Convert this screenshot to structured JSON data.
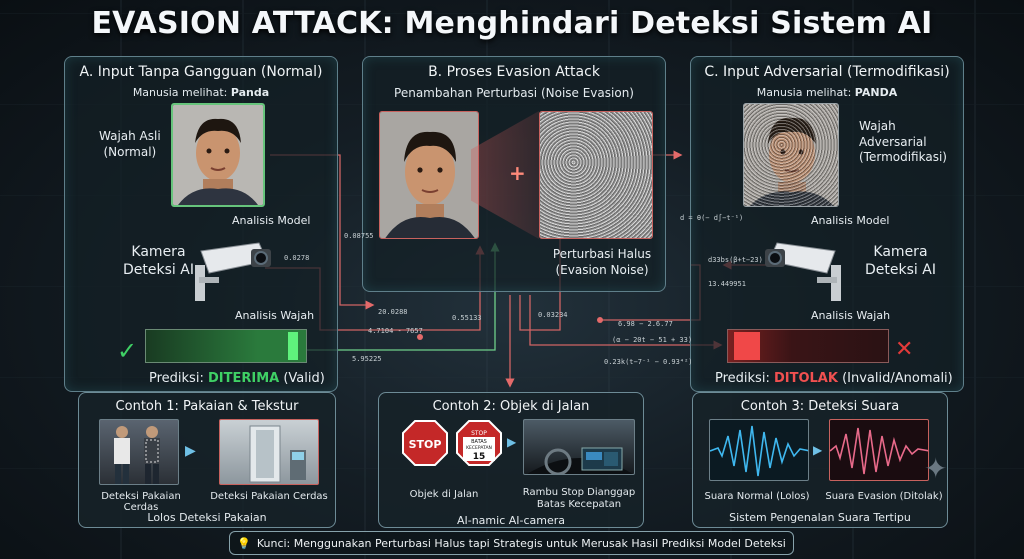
{
  "title": "EVASION ATTACK: Menghindari Deteksi Sistem AI",
  "panelA": {
    "title": "A. Input Tanpa Gangguan (Normal)",
    "human_sees_prefix": "Manusia melihat: ",
    "human_sees_value": "Panda",
    "face_label_1": "Wajah Asli",
    "face_label_2": "(Normal)",
    "analysis_model": "Analisis Model",
    "camera_1": "Kamera",
    "camera_2": "Deteksi AI",
    "analysis_face": "Analisis Wajah",
    "prediction_prefix": "Prediksi: ",
    "prediction_value": "DITERIMA",
    "prediction_suffix": " (Valid)"
  },
  "panelB": {
    "title": "B. Proses Evasion Attack",
    "subtitle": "Penambahan Perturbasi (Noise Evasion)",
    "noise_1": "Perturbasi Halus",
    "noise_2": "(Evasion Noise)"
  },
  "panelC": {
    "title": "C. Input Adversarial (Termodifikasi)",
    "human_sees_prefix": "Manusia melihat: ",
    "human_sees_value": "PANDA",
    "face_label_1": "Wajah",
    "face_label_2": "Adversarial",
    "face_label_3": "(Termodifikasi)",
    "analysis_model": "Analisis Model",
    "camera_1": "Kamera",
    "camera_2": "Deteksi AI",
    "analysis_face": "Analisis Wajah",
    "prediction_prefix": "Prediksi: ",
    "prediction_value": "DITOLAK",
    "prediction_suffix": " (Invalid/Anomali)"
  },
  "numbers": {
    "n1": "0.08755",
    "n2": "0.0278",
    "n3": "20.0288",
    "n4": "4.7104 - 7657",
    "n5": "0.55133",
    "n6": "5.95225",
    "n7": "0.03234",
    "n8": "d = θ(− d∫−t⁻¹)",
    "n9": "d33bs(β+t−23)",
    "n10": "13.449951",
    "n11": "6.98 − 2.6.77",
    "n12": "(α − 20t − 51 + 33)",
    "n13": "0.23k(t−7⁻¹ − 0.93⁴²)"
  },
  "examples": {
    "ex1": {
      "title": "Contoh 1: Pakaian & Tekstur",
      "cap1": "Deteksi Pakaian Cerdas",
      "cap2": "Deteksi Pakaian Cerdas",
      "footer": "Lolos Deteksi Pakaian"
    },
    "ex2": {
      "title": "Contoh 2: Objek di Jalan",
      "sign_stop": "STOP",
      "sign_stop2": "STOP",
      "sign_limit_1": "BATAS",
      "sign_limit_2": "KECEPATAN",
      "sign_limit_3": "15",
      "cap1": "Objek di Jalan",
      "cap2a": "Rambu Stop Dianggap",
      "cap2b": "Batas Kecepatan",
      "footer": "AI-namic AI-camera"
    },
    "ex3": {
      "title": "Contoh 3: Deteksi Suara",
      "cap1": "Suara Normal (Lolos)",
      "cap2": "Suara Evasion (Ditolak)",
      "footer": "Sistem Pengenalan Suara Tertipu"
    }
  },
  "footer": "Kunci: Menggunakan Perturbasi Halus tapi Strategis untuk Merusak Hasil Prediksi Model Deteksi",
  "colors": {
    "accept": "#2fcf56",
    "reject": "#e23a3a",
    "panel_border": "#5f7f8a"
  }
}
